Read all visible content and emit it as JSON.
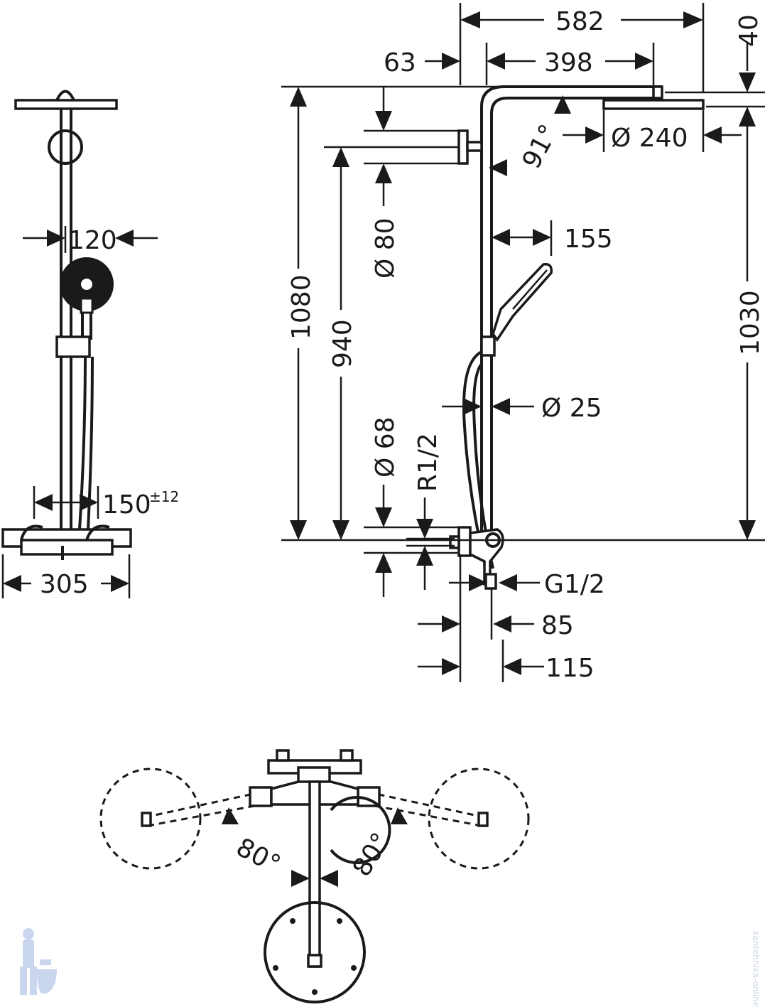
{
  "dimensions": {
    "d582": "582",
    "d40": "40",
    "d63": "63",
    "d398": "398",
    "d91": "91°",
    "d240": "Ø 240",
    "d80": "Ø 80",
    "d1080": "1080",
    "d940": "940",
    "d155": "155",
    "d1030": "1030",
    "d120": "120",
    "d25": "Ø 25",
    "d68": "Ø 68",
    "dR12": "R1/2",
    "d150": "150",
    "d150tol": "±12",
    "d305": "305",
    "dG12": "G1/2",
    "d85": "85",
    "d115": "115",
    "angleLeft": "80°",
    "angleRight": "80°"
  },
  "watermark": "santehnika-online",
  "icons": {
    "logo": "plumber-mascot-icon"
  }
}
